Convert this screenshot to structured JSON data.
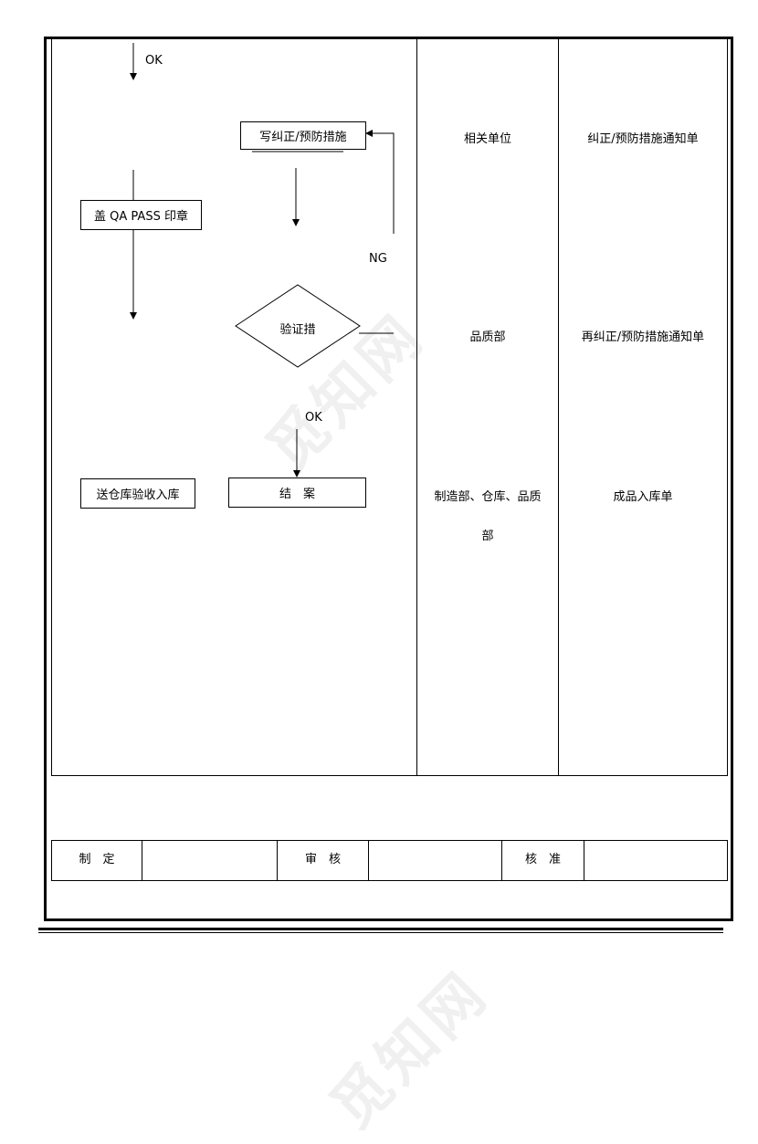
{
  "flow": {
    "ok_top": "OK",
    "write_corrective": "写纠正/预防措施",
    "stamp_qa": "盖 QA PASS 印章",
    "ng": "NG",
    "verify": "验证措",
    "ok_mid": "OK",
    "send_warehouse": "送仓库验收入库",
    "close_case": "结　案"
  },
  "columns": {
    "row1_dept": "相关单位",
    "row1_form": "纠正/预防措施通知单",
    "row2_dept": "品质部",
    "row2_form": "再纠正/预防措施通知单",
    "row3_dept_line1": "制造部、仓库、品质",
    "row3_dept_line2": "部",
    "row3_form": "成品入库单"
  },
  "signoff": {
    "made": "制　定",
    "review": "审　核",
    "approve": "核　准"
  },
  "watermark": "觅知网"
}
